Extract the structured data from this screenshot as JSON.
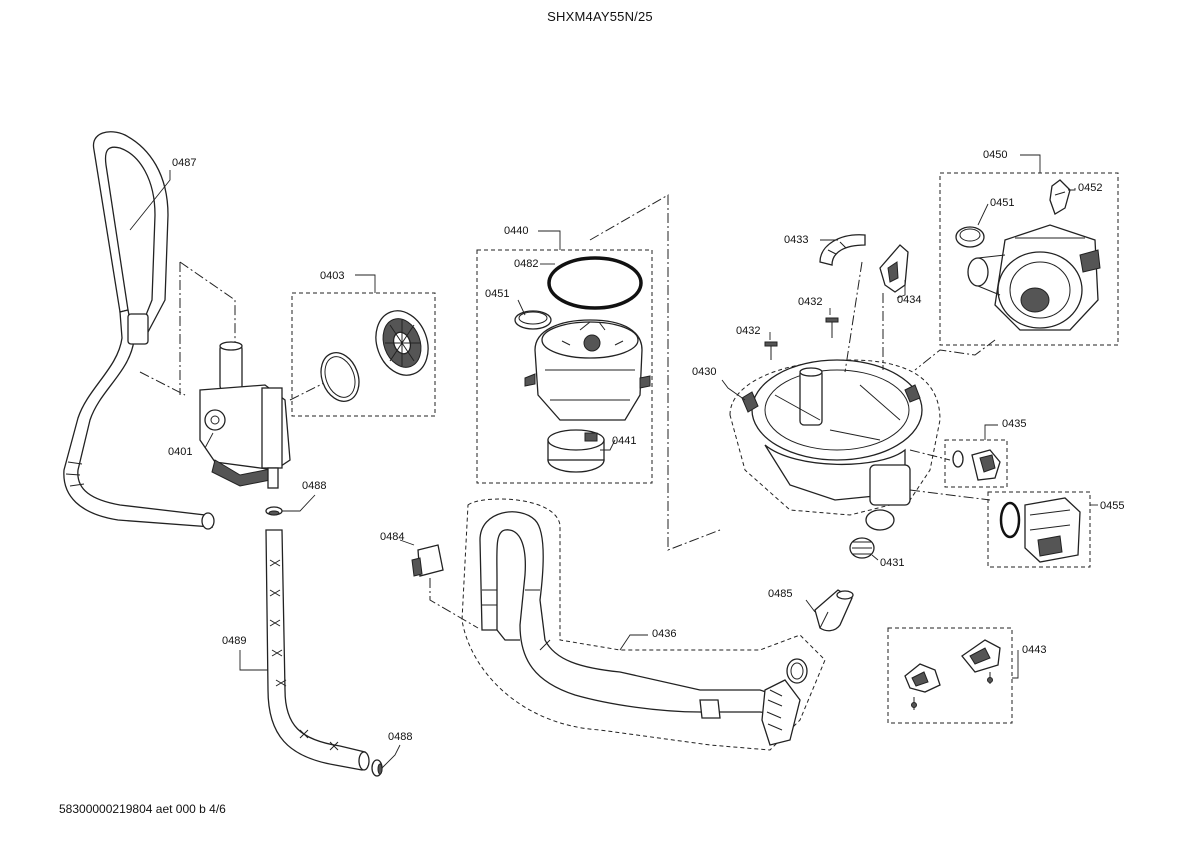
{
  "title": "SHXM4AY55N/25",
  "footer": "58300000219804 aet 000 b 4/6",
  "callouts": {
    "c0487": "0487",
    "c0403": "0403",
    "c0401": "0401",
    "c0488a": "0488",
    "c0489": "0489",
    "c0488b": "0488",
    "c0440": "0440",
    "c0482": "0482",
    "c0451a": "0451",
    "c0441": "0441",
    "c0484": "0484",
    "c0436": "0436",
    "c0433": "0433",
    "c0434": "0434",
    "c0432a": "0432",
    "c0432b": "0432",
    "c0430": "0430",
    "c0431": "0431",
    "c0435": "0435",
    "c0455": "0455",
    "c0485": "0485",
    "c0443": "0443",
    "c0450": "0450",
    "c0451b": "0451",
    "c0452": "0452"
  }
}
